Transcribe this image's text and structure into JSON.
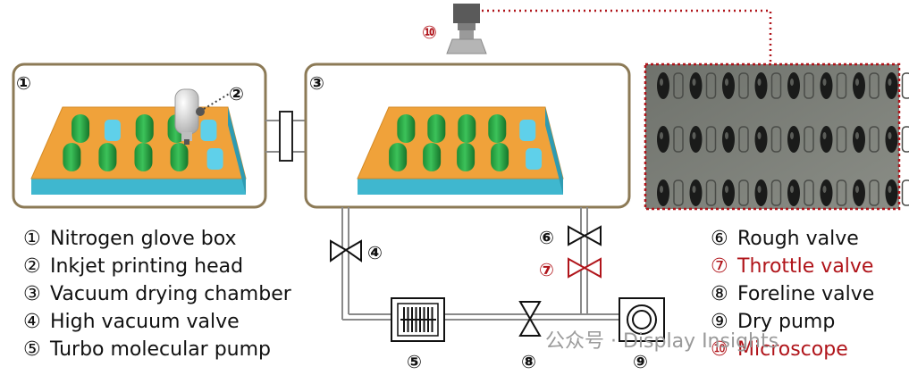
{
  "badges": {
    "glove_box": "①",
    "print_head": "②",
    "chamber": "③",
    "hv_valve": "④",
    "turbo_pump": "⑤",
    "rough_valve": "⑥",
    "throttle_valve": "⑦",
    "foreline_valve": "⑧",
    "dry_pump": "⑨",
    "microscope": "⑩"
  },
  "legend_left": [
    {
      "num": "①",
      "label": "Nitrogen glove box"
    },
    {
      "num": "②",
      "label": "Inkjet printing head"
    },
    {
      "num": "③",
      "label": "Vacuum drying chamber"
    },
    {
      "num": "④",
      "label": "High vacuum valve"
    },
    {
      "num": "⑤",
      "label": "Turbo molecular pump"
    }
  ],
  "legend_right": [
    {
      "num": "⑥",
      "label": "Rough valve"
    },
    {
      "num": "⑦",
      "label": "Throttle valve"
    },
    {
      "num": "⑧",
      "label": "Foreline valve"
    },
    {
      "num": "⑨",
      "label": "Dry pump"
    },
    {
      "num": "⑩",
      "label": "Microscope"
    }
  ],
  "watermark": "公众号 · Display Insights",
  "colors": {
    "box_border": "#8c7a56",
    "substrate_top": "#f0a23a",
    "substrate_base": "#3fb7cf",
    "ink_drop": "#22a03c",
    "highlight_red": "#b0141a",
    "pipe": "#8a8a8a"
  }
}
